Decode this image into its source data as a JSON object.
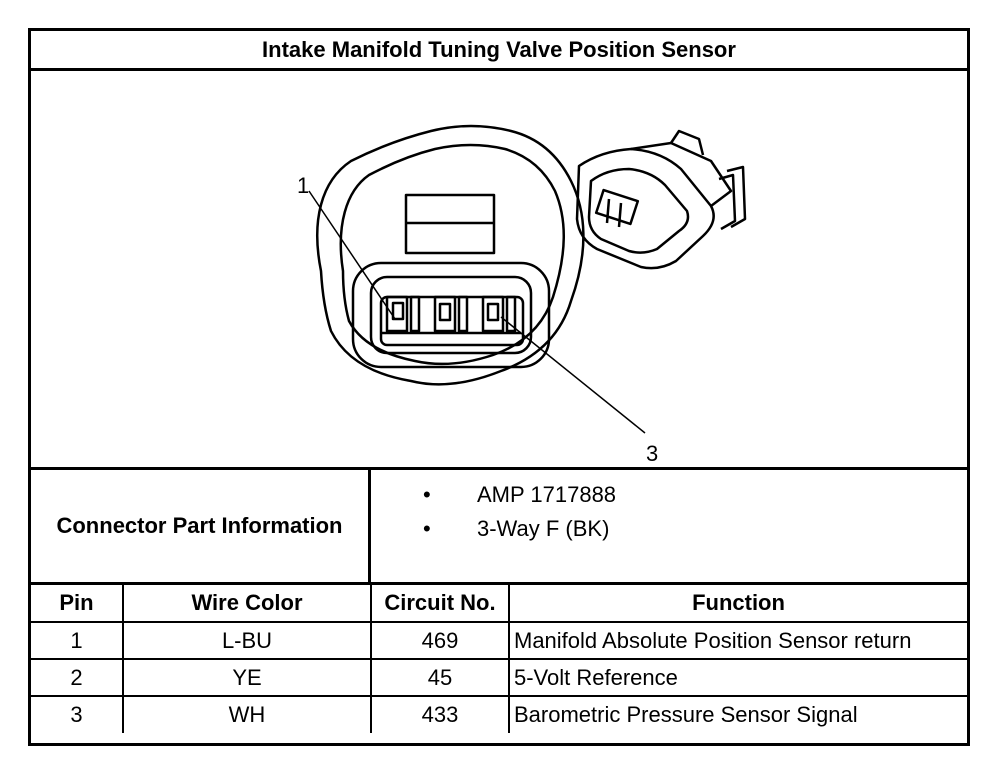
{
  "title": "Intake Manifold Tuning Valve Position Sensor",
  "diagram": {
    "callouts": [
      "1",
      "3"
    ]
  },
  "connector_info": {
    "label": "Connector Part Information",
    "items": [
      "AMP 1717888",
      "3-Way F (BK)"
    ],
    "bullet": "•"
  },
  "pin_table": {
    "headers": [
      "Pin",
      "Wire Color",
      "Circuit No.",
      "Function"
    ],
    "rows": [
      [
        "1",
        "L-BU",
        "469",
        "Manifold Absolute Position Sensor return"
      ],
      [
        "2",
        "YE",
        "45",
        "5-Volt Reference"
      ],
      [
        "3",
        "WH",
        "433",
        "Barometric Pressure Sensor Signal"
      ]
    ]
  }
}
